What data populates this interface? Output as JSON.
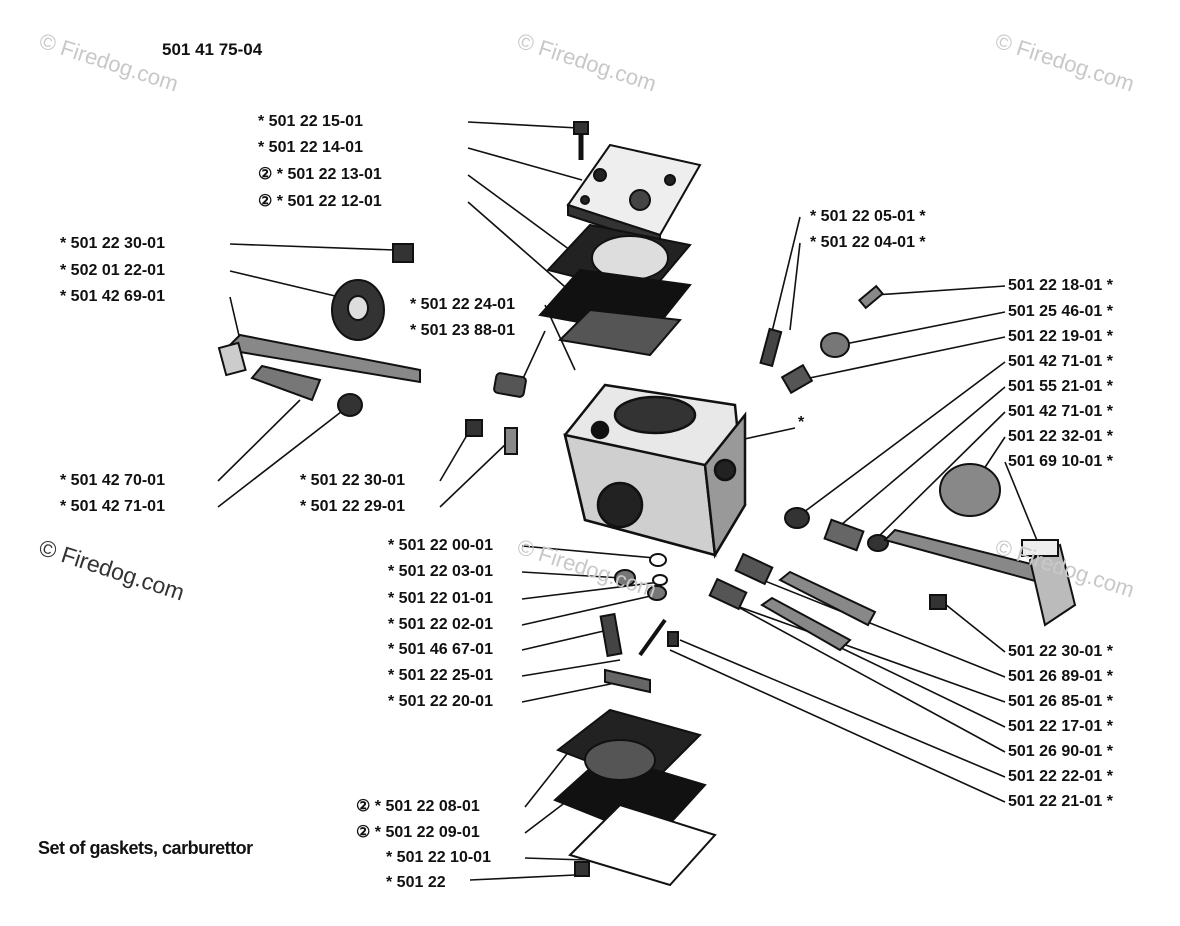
{
  "diagram": {
    "title": "501 41 75-04",
    "caption": "Set of gaskets, carburettor",
    "watermark": "© Firedog.com",
    "left_labels": [
      {
        "id": "l1",
        "prefix": "*",
        "part": "501 22 15-01"
      },
      {
        "id": "l2",
        "prefix": "*",
        "part": "501 22 14-01"
      },
      {
        "id": "l3",
        "prefix": "② *",
        "part": "501 22 13-01"
      },
      {
        "id": "l4",
        "prefix": "② *",
        "part": "501 22 12-01"
      },
      {
        "id": "l5",
        "prefix": "*",
        "part": "501 22 30-01"
      },
      {
        "id": "l6",
        "prefix": "*",
        "part": "502 01 22-01"
      },
      {
        "id": "l7",
        "prefix": "*",
        "part": "501 42 69-01"
      },
      {
        "id": "l8",
        "prefix": "*",
        "part": "501 22 24-01"
      },
      {
        "id": "l9",
        "prefix": "*",
        "part": "501 23 88-01"
      },
      {
        "id": "l10",
        "prefix": "*",
        "part": "501 42 70-01"
      },
      {
        "id": "l11",
        "prefix": "*",
        "part": "501 42 71-01"
      },
      {
        "id": "l12",
        "prefix": "*",
        "part": "501 22 30-01"
      },
      {
        "id": "l13",
        "prefix": "*",
        "part": "501 22 29-01"
      },
      {
        "id": "l14",
        "prefix": "*",
        "part": "501 22 00-01"
      },
      {
        "id": "l15",
        "prefix": "*",
        "part": "501 22 03-01"
      },
      {
        "id": "l16",
        "prefix": "*",
        "part": "501 22 01-01"
      },
      {
        "id": "l17",
        "prefix": "*",
        "part": "501 22 02-01"
      },
      {
        "id": "l18",
        "prefix": "*",
        "part": "501 46 67-01"
      },
      {
        "id": "l19",
        "prefix": "*",
        "part": "501 22 25-01"
      },
      {
        "id": "l20",
        "prefix": "*",
        "part": "501 22 20-01"
      },
      {
        "id": "l21",
        "prefix": "② *",
        "part": "501 22 08-01"
      },
      {
        "id": "l22",
        "prefix": "② *",
        "part": "501 22 09-01"
      },
      {
        "id": "l23",
        "prefix": "*",
        "part": "501 22 10-01"
      },
      {
        "id": "l24",
        "prefix": "*",
        "part": "501 22"
      }
    ],
    "top_labels": [
      {
        "id": "t1",
        "part": "501 22 05-01",
        "suffix": "*"
      },
      {
        "id": "t2",
        "part": "501 22 04-01",
        "suffix": "*"
      }
    ],
    "right_labels": [
      {
        "id": "r1",
        "part": "501 22 18-01",
        "suffix": "*"
      },
      {
        "id": "r2",
        "part": "501 25 46-01",
        "suffix": "*"
      },
      {
        "id": "r3",
        "part": "501 22 19-01",
        "suffix": "*"
      },
      {
        "id": "r4",
        "part": "501 42 71-01",
        "suffix": "*"
      },
      {
        "id": "r5",
        "part": "501 55 21-01",
        "suffix": "*"
      },
      {
        "id": "r6",
        "part": "501 42 71-01",
        "suffix": "*"
      },
      {
        "id": "r7",
        "part": "501 22 32-01",
        "suffix": "*"
      },
      {
        "id": "r8",
        "part": "501 69 10-01",
        "suffix": "*"
      },
      {
        "id": "r9",
        "part": "501 22 30-01",
        "suffix": "*"
      },
      {
        "id": "r10",
        "part": "501 26 89-01",
        "suffix": "*"
      },
      {
        "id": "r11",
        "part": "501 26 85-01",
        "suffix": "*"
      },
      {
        "id": "r12",
        "part": "501 22 17-01",
        "suffix": "*"
      },
      {
        "id": "r13",
        "part": "501 26 90-01",
        "suffix": "*"
      },
      {
        "id": "r14",
        "part": "501 22 22-01",
        "suffix": "*"
      },
      {
        "id": "r15",
        "part": "501 22 21-01",
        "suffix": "*"
      }
    ],
    "body_marker": "*"
  }
}
